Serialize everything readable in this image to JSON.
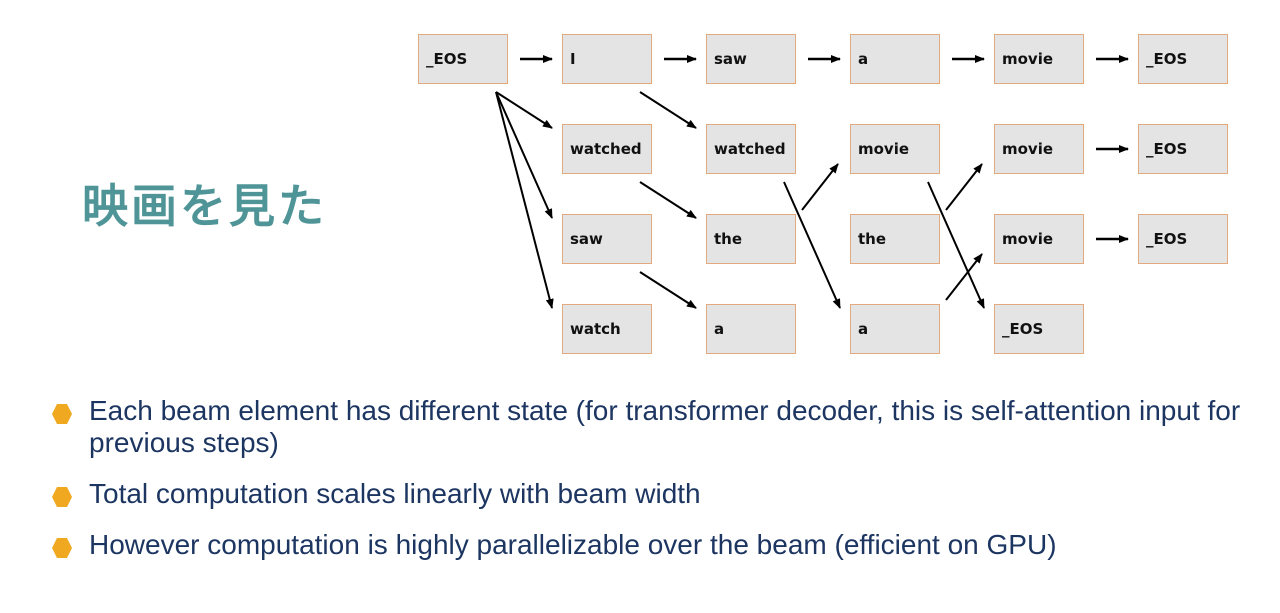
{
  "title_jp": "映画を見た",
  "beam": {
    "columns": [
      [
        "_EOS"
      ],
      [
        "I",
        "watched",
        "saw",
        "watch"
      ],
      [
        "saw",
        "watched",
        "the",
        "a"
      ],
      [
        "a",
        "movie",
        "the",
        "a"
      ],
      [
        "movie",
        "movie",
        "movie",
        "_EOS"
      ],
      [
        "_EOS",
        "_EOS",
        "_EOS"
      ]
    ],
    "edges": [
      [
        [
          0,
          0
        ],
        [
          1,
          0
        ]
      ],
      [
        [
          0,
          0
        ],
        [
          1,
          1
        ]
      ],
      [
        [
          0,
          0
        ],
        [
          1,
          2
        ]
      ],
      [
        [
          0,
          0
        ],
        [
          1,
          3
        ]
      ],
      [
        [
          1,
          0
        ],
        [
          2,
          0
        ]
      ],
      [
        [
          1,
          0
        ],
        [
          2,
          1
        ]
      ],
      [
        [
          1,
          1
        ],
        [
          2,
          2
        ]
      ],
      [
        [
          1,
          2
        ],
        [
          2,
          3
        ]
      ],
      [
        [
          2,
          0
        ],
        [
          3,
          0
        ]
      ],
      [
        [
          2,
          1
        ],
        [
          3,
          3
        ]
      ],
      [
        [
          2,
          2
        ],
        [
          3,
          1
        ]
      ],
      [
        [
          3,
          0
        ],
        [
          4,
          0
        ]
      ],
      [
        [
          3,
          1
        ],
        [
          4,
          3
        ]
      ],
      [
        [
          3,
          2
        ],
        [
          4,
          1
        ]
      ],
      [
        [
          3,
          3
        ],
        [
          4,
          2
        ]
      ],
      [
        [
          4,
          0
        ],
        [
          5,
          0
        ]
      ],
      [
        [
          4,
          1
        ],
        [
          5,
          1
        ]
      ],
      [
        [
          4,
          2
        ],
        [
          5,
          2
        ]
      ]
    ]
  },
  "bullets": [
    "Each beam element has different state (for transformer decoder, this is self-attention input for previous steps)",
    "Total computation scales linearly with beam width",
    "However computation is highly parallelizable over the beam (efficient on GPU)"
  ],
  "colors": {
    "title": "#4f9497",
    "node_fill": "#e4e4e4",
    "node_border": "#e3aa80",
    "bullet_text": "#1c3561",
    "bullet_marker": "#f0a820"
  }
}
